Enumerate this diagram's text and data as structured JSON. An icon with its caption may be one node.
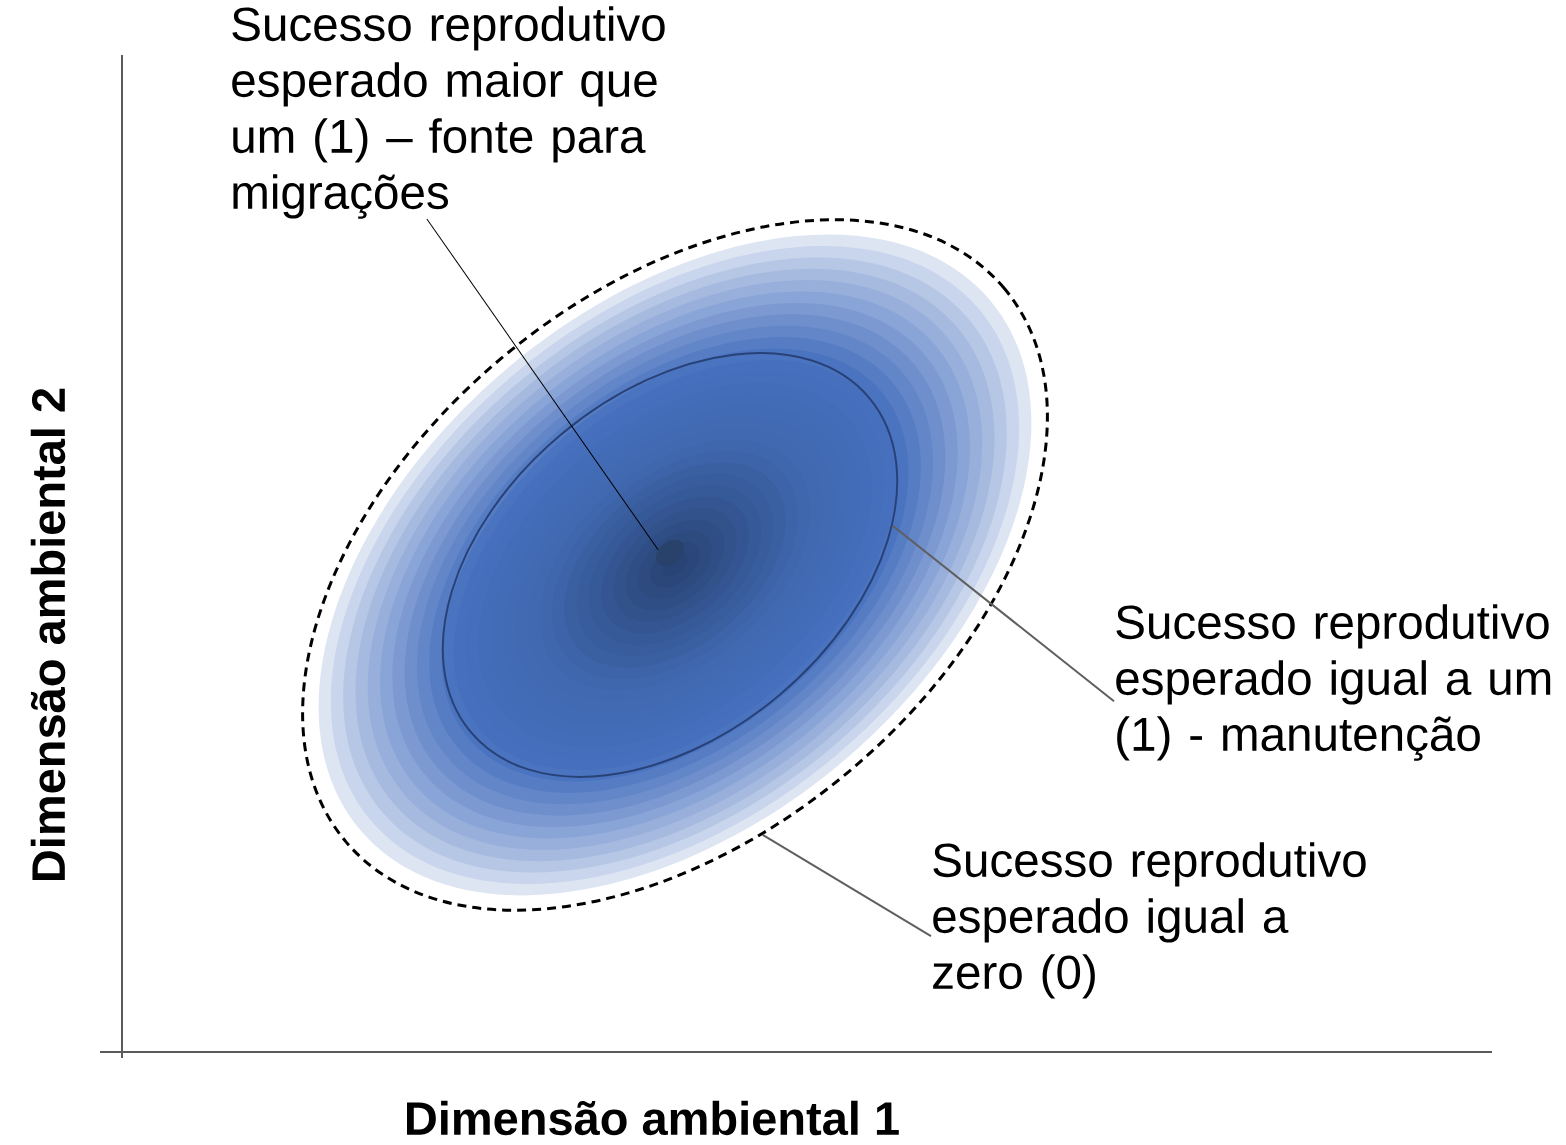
{
  "diagram": {
    "nodes": [
      {
        "text": [
          "Sucesso reprodutivo esperado maior que um (1) – fonte para migrações"
        ]
      },
      {
        "text": [],
        "shape": "ellipse"
      },
      {
        "text": [],
        "shape": "ellipse",
        "in": 1
      },
      {
        "text": [],
        "shape": "ellipse",
        "in": 2
      },
      {
        "text": [
          "Sucesso reprodutivo esperado igual a um (1) - manutenção"
        ]
      },
      {
        "text": [
          "Sucesso reprodutivo esperado igual a zero (0)"
        ]
      }
    ],
    "edges": [
      {
        "from": 0,
        "to": 3,
        "arrow": "none",
        "color": "#000000"
      },
      {
        "from": 4,
        "to": 2,
        "arrow": "none"
      },
      {
        "from": 5,
        "to": 1,
        "arrow": "none"
      }
    ],
    "labels": [
      "Dimensão ambiental 2",
      "Dimensão ambiental 1"
    ]
  }
}
